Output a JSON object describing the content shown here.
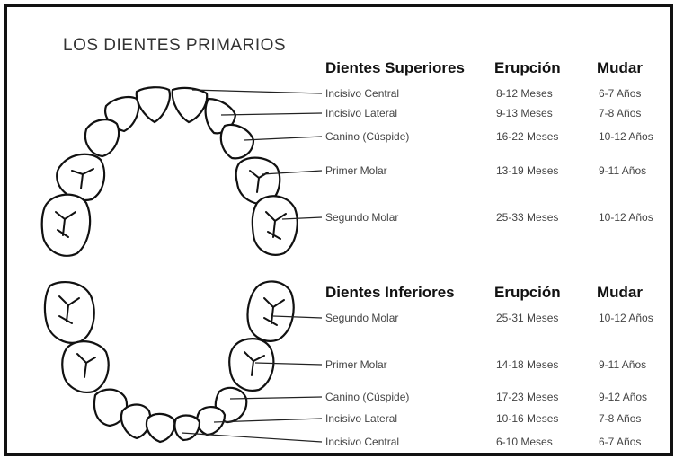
{
  "title": "LOS DIENTES PRIMARIOS",
  "upper": {
    "header": {
      "teeth": "Dientes Superiores",
      "eruption": "Erupción",
      "shed": "Mudar"
    },
    "rows": [
      {
        "name": "Incisivo Central",
        "eruption": "8-12 Meses",
        "shed": "6-7 Años"
      },
      {
        "name": "Incisivo Lateral",
        "eruption": "9-13 Meses",
        "shed": "7-8 Años"
      },
      {
        "name": "Canino (Cúspide)",
        "eruption": "16-22 Meses",
        "shed": "10-12 Años"
      },
      {
        "name": "Primer Molar",
        "eruption": "13-19 Meses",
        "shed": "9-11 Años"
      },
      {
        "name": "Segundo Molar",
        "eruption": "25-33 Meses",
        "shed": "10-12 Años"
      }
    ]
  },
  "lower": {
    "header": {
      "teeth": "Dientes Inferiores",
      "eruption": "Erupción",
      "shed": "Mudar"
    },
    "rows": [
      {
        "name": "Segundo Molar",
        "eruption": "25-31 Meses",
        "shed": "10-12 Años"
      },
      {
        "name": "Primer Molar",
        "eruption": "14-18 Meses",
        "shed": "9-11 Años"
      },
      {
        "name": "Canino (Cúspide)",
        "eruption": "17-23 Meses",
        "shed": "9-12 Años"
      },
      {
        "name": "Incisivo Lateral",
        "eruption": "10-16 Meses",
        "shed": "7-8 Años"
      },
      {
        "name": "Incisivo Central",
        "eruption": "6-10 Meses",
        "shed": "6-7 Años"
      }
    ]
  }
}
